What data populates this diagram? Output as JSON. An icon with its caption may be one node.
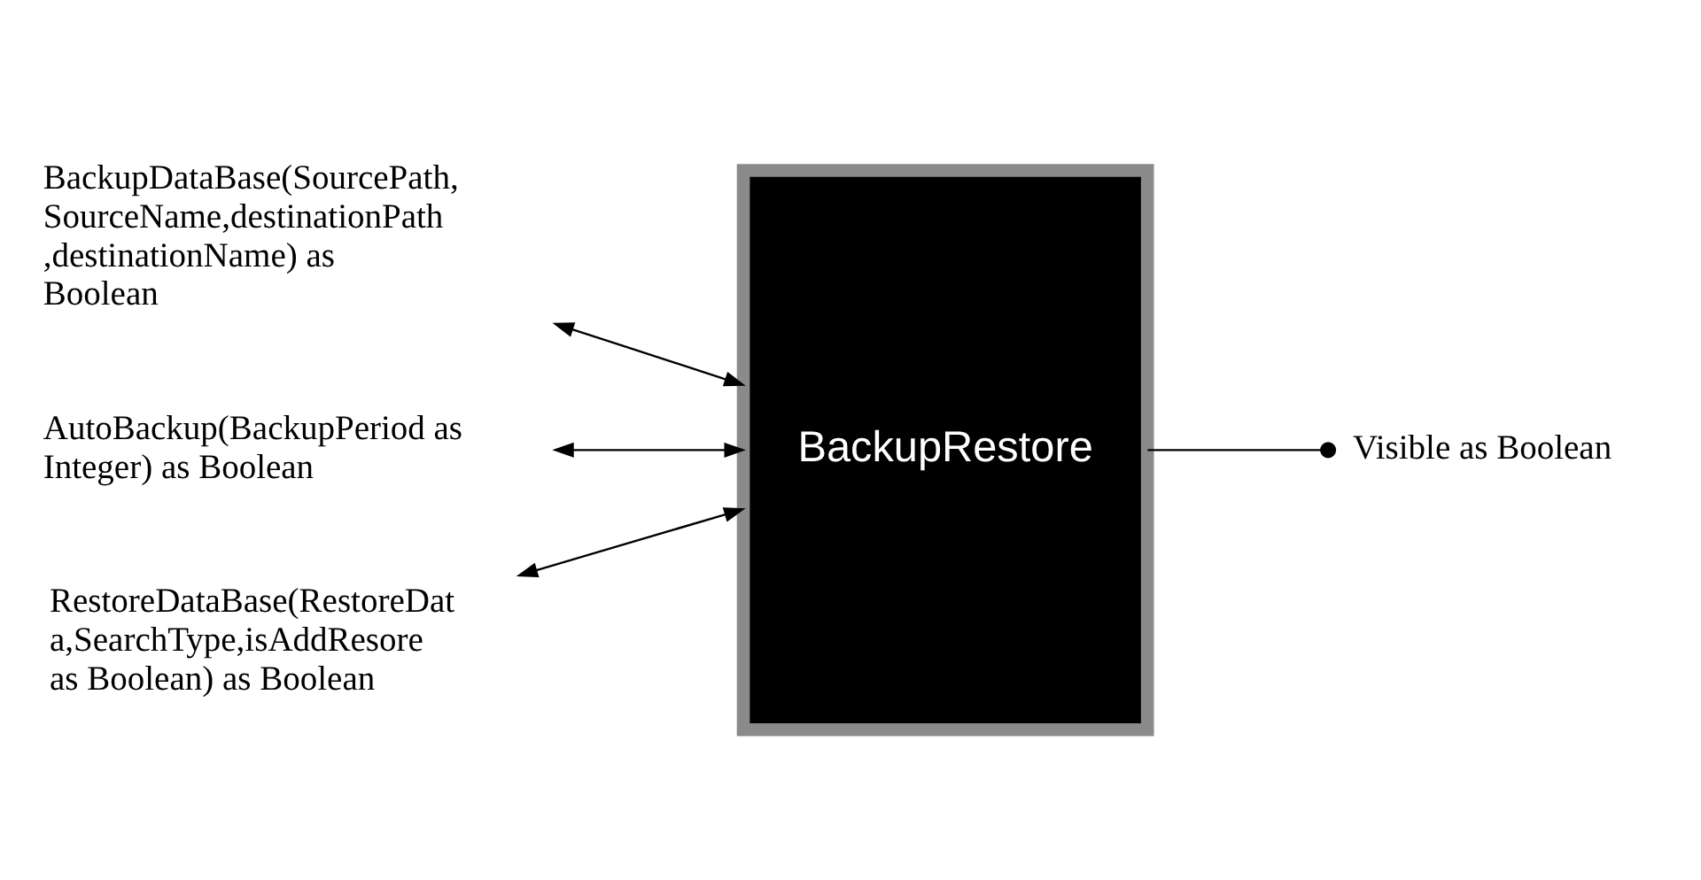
{
  "diagram": {
    "nodes": [
      {
        "text": [
          "BackupDataBase(SourcePath,SourceName,destinationPath,destinationName) as Boolean"
        ]
      },
      {
        "text": [
          "AutoBackup(BackupPeriod as Integer) as Boolean"
        ]
      },
      {
        "text": [
          "RestoreDataBase(RestoreData,SearchType,isAddResore as Boolean) as Boolean"
        ]
      },
      {
        "text": [
          "BackupRestore"
        ]
      },
      {
        "text": [
          "Visible as Boolean"
        ]
      }
    ],
    "edges": [
      {
        "from": 0,
        "to": 3,
        "arrow": "both"
      },
      {
        "from": 1,
        "to": 3,
        "arrow": "both"
      },
      {
        "from": 2,
        "to": 3,
        "arrow": "both"
      },
      {
        "from": 3,
        "to": 4,
        "arrow": "other"
      }
    ]
  }
}
